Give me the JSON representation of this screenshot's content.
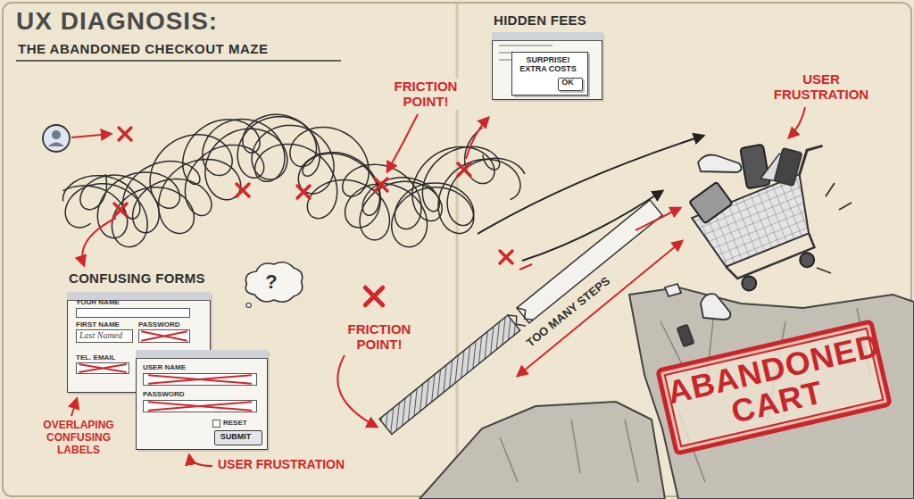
{
  "diagram": {
    "title": "UX DIAGNOSIS:",
    "nodes": [
      {
        "text": [
          "CONFUSING FORMS",
          "YOUR NAME",
          "FIRST NAME",
          "PASSWORD",
          "Last Named",
          "TEL. EMAIL"
        ]
      },
      {
        "text": [
          "USER NAME",
          "PASSWORD",
          "RESET"
        ]
      },
      {
        "text": [
          "SUBMIT"
        ],
        "in": 1
      },
      {
        "text": [
          "?"
        ]
      },
      {
        "text": [
          "HIDDEN FEES"
        ]
      },
      {
        "text": [
          "SURPRISE! EXTRA COSTS"
        ],
        "in": 4
      },
      {
        "text": [
          "OK"
        ],
        "in": 5
      },
      {
        "text": [
          "ABANDONED CART"
        ]
      }
    ],
    "labels": [
      "THE ABANDONED CHECKOUT MAZE",
      "FRICTION POINT!",
      "USER FRUSTRATION",
      "FRICTION POINT!",
      "TOO MANY STEPS",
      "OVERLAPING CONFUSING LABELS",
      "USER FRUSTRATION"
    ]
  }
}
